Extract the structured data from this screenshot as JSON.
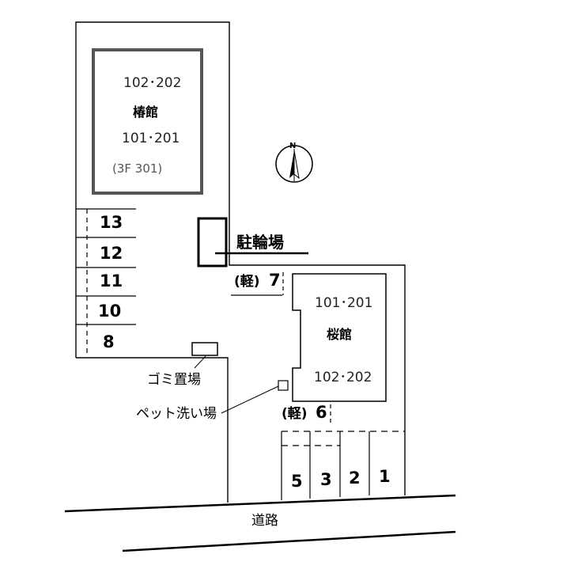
{
  "north_label": "N",
  "tsubaki": {
    "units_upper": "102･202",
    "name": "椿館",
    "units_lower": "101･201",
    "units_3f": "(3F  301)"
  },
  "sakura": {
    "units_upper": "101･201",
    "name": "桜館",
    "units_lower": "102･202"
  },
  "labels": {
    "bicycle_parking": "駐輪場",
    "garbage": "ゴミ置場",
    "pet_wash": "ペット洗い場",
    "road": "道路"
  },
  "parking": {
    "left_column": [
      "13",
      "12",
      "11",
      "10",
      "8"
    ],
    "kei_7_prefix": "(軽)",
    "kei_7_number": "7",
    "kei_6_prefix": "(軽)",
    "kei_6_number": "6",
    "bottom_row": [
      "5",
      "3",
      "2",
      "1"
    ]
  }
}
